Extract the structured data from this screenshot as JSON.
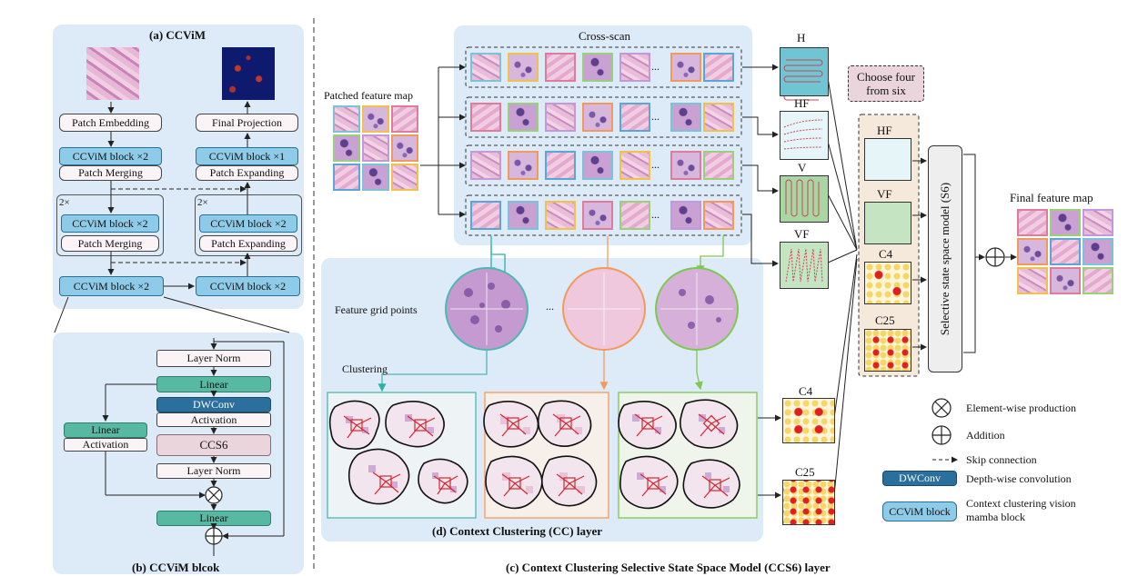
{
  "panel_a": {
    "title": "(a) CCViM",
    "patch_embedding": "Patch Embedding",
    "final_projection": "Final Projection",
    "block_x2": "CCViM block ×2",
    "block_x1": "CCViM block ×1",
    "patch_merging": "Patch Merging",
    "patch_expanding": "Patch Expanding",
    "repeat": "2×",
    "bottom_left": "CCViM block  ×2",
    "bottom_right": "CCViM block  ×2"
  },
  "panel_b": {
    "title": "(b) CCViM blcok",
    "layer_norm": "Layer Norm",
    "linear": "Linear",
    "dwconv": "DWConv",
    "activation": "Activation",
    "ccs6": "CCS6"
  },
  "panel_c": {
    "title": "(c)  Context Clustering Selective State Space Model (CCS6) layer",
    "cross_scan": "Cross-scan",
    "patched_map": "Patched feature map",
    "ellipsis": "...",
    "scan_h": "H",
    "scan_hf": "HF",
    "scan_v": "V",
    "scan_vf": "VF",
    "choose": "Choose four from six",
    "c4": "C4",
    "c25": "C25",
    "s6": "Selective state space model  (S6)",
    "final_map": "Final feature map"
  },
  "panel_d": {
    "title": "(d)  Context Clustering (CC) layer",
    "grid_points": "Feature grid points",
    "clustering": "Clustering"
  },
  "legend": {
    "element_wise": "Element-wise production",
    "addition": "Addition",
    "skip": "Skip connection",
    "dwconv_label": "DWConv",
    "dwconv_desc": "Depth-wise convolution",
    "block_label": "CCViM block",
    "block_desc": "Context clustering vision mamba block"
  },
  "colors": {
    "panel_bg": "#dcebf7",
    "block_blue": "#8ecbe9",
    "teal": "#58b9a3",
    "navy": "#2b6f9c",
    "tile_pink": "#d9a6cc",
    "tile_purple": "#a88cc6"
  }
}
